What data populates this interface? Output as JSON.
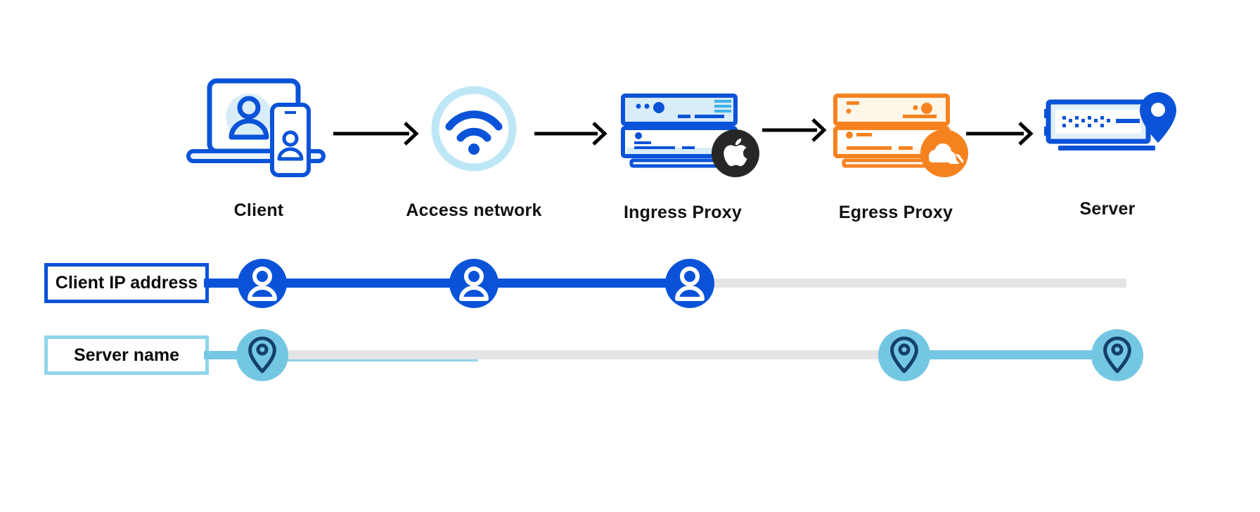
{
  "diagram": {
    "nodes": [
      {
        "label": "Client",
        "icon": "client-laptop-icon"
      },
      {
        "label": "Access network",
        "icon": "wifi-icon"
      },
      {
        "label": "Ingress Proxy",
        "icon": "server-stack-blue-icon",
        "badge": "apple-logo-icon"
      },
      {
        "label": "Egress Proxy",
        "icon": "server-stack-orange-icon",
        "badge": "cloudflare-logo-icon"
      },
      {
        "label": "Server",
        "icon": "server-location-icon"
      }
    ],
    "tracks": [
      {
        "label": "Client IP address",
        "marker_icon": "user-icon",
        "color": "#0A53D8",
        "marker_positions": [
          "Client",
          "Access network",
          "Ingress Proxy"
        ]
      },
      {
        "label": "Server name",
        "marker_icon": "location-pin-icon",
        "color": "#74C7E3",
        "marker_positions": [
          "Client",
          "Egress Proxy",
          "Server"
        ]
      }
    ],
    "colors": {
      "blue": "#0A53D8",
      "light_blue_fill": "#D8ECFA",
      "pale_ring": "#BEE7F6",
      "cyan": "#74C7E3",
      "cyan_border": "#8FD5EA",
      "navy_pin": "#14406B",
      "gray_line": "#E4E4E4",
      "orange": "#F6821F",
      "cream_fill": "#FEF6E8",
      "badge_black": "#272727"
    }
  }
}
